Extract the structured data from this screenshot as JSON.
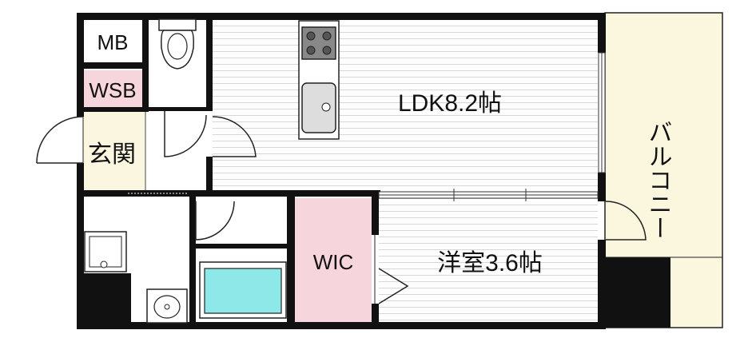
{
  "rooms": {
    "mb": "MB",
    "wsb": "WSB",
    "genkan": "玄関",
    "ldk": "LDK8.2帖",
    "wic": "WIC",
    "yoshitsu": "洋室3.6帖",
    "balcony": "バルコニー"
  },
  "colors": {
    "wall": "#111111",
    "wsb_fill": "#f7d5dc",
    "wic_fill": "#f7d5dc",
    "genkan_fill": "#fbf6df",
    "balcony_fill": "#fbf7df",
    "bath_fill": "#8fe8e8",
    "floor_line": "#d8d8d8"
  },
  "icons": {
    "stove": "stove-icon",
    "sink": "kitchen-sink-icon",
    "toilet": "toilet-icon",
    "washer": "washer-pan-icon",
    "basin": "wash-basin-icon",
    "bathtub": "bathtub-icon"
  }
}
